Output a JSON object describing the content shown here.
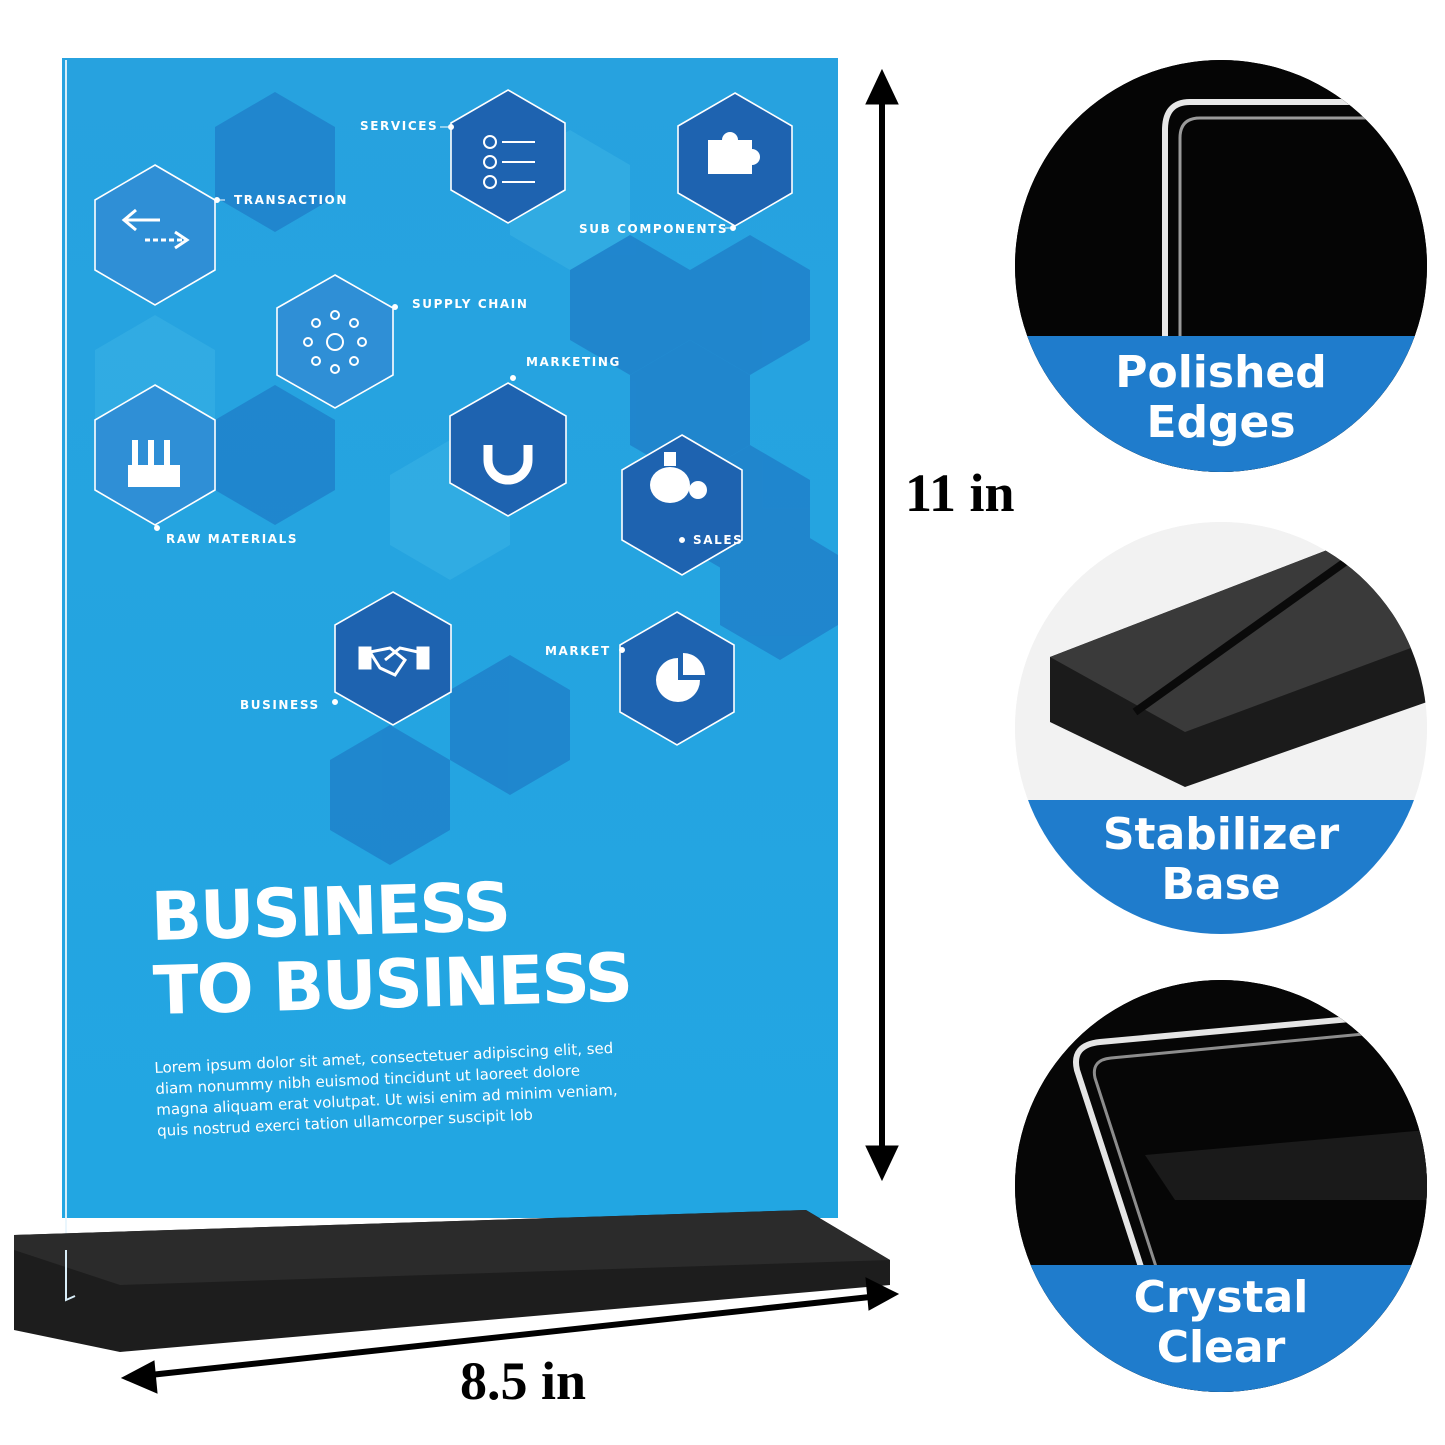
{
  "sign": {
    "title_line1": "BUSINESS",
    "title_line2": "TO BUSINESS",
    "body_text": "Lorem ipsum dolor sit amet, consectetuer adipiscing elit, sed diam nonummy nibh euismod tincidunt ut laoreet dolore magna aliquam erat volutpat. Ut wisi enim ad minim veniam, quis nostrud exerci tation ullamcorper suscipit lob",
    "labels": {
      "services": "SERVICES",
      "transaction": "TRANSACTION",
      "sub_components": "SUB COMPONENTS",
      "supply_chain": "SUPPLY CHAIN",
      "marketing": "MARKETING",
      "raw_materials": "RAW MATERIALS",
      "sales": "SALES",
      "market": "MARKET",
      "business": "BUSINESS"
    }
  },
  "dimensions": {
    "height": "11 in",
    "width": "8.5 in"
  },
  "features": [
    {
      "line1": "Polished",
      "line2": "Edges"
    },
    {
      "line1": "Stabilizer",
      "line2": "Base"
    },
    {
      "line1": "Crystal",
      "line2": "Clear"
    }
  ],
  "colors": {
    "sign_blue": "#29a6e0",
    "hex_dark": "#1c5fae",
    "band_blue": "#1f7ccc",
    "base_black": "#1a1a1a"
  }
}
